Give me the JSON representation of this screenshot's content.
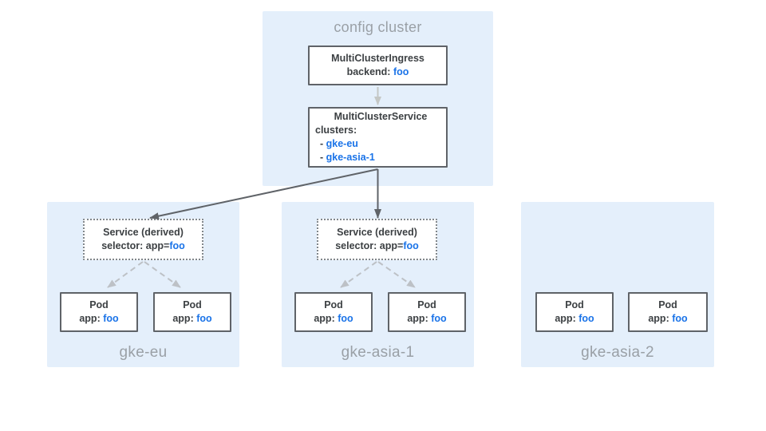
{
  "colors": {
    "panel_bg": "#e4effb",
    "box_border": "#5f6368",
    "box_bg": "#ffffff",
    "text_dark": "#3c4043",
    "text_blue": "#1a73e8",
    "text_gray": "#9aa0a6",
    "arrow_dark": "#5f6368",
    "arrow_light": "#c4c7c5",
    "arrow_dashed": "#bdc1c6",
    "dotted_border": "#80868b"
  },
  "config_cluster": {
    "title": "config cluster",
    "ingress_box": {
      "title": "MultiClusterIngress",
      "backend_label": "backend: ",
      "backend_value": "foo"
    },
    "service_box": {
      "title": "MultiClusterService",
      "clusters_label": "clusters:",
      "items": [
        {
          "dash": "- ",
          "value": "gke-eu"
        },
        {
          "dash": "- ",
          "value": "gke-asia-1"
        }
      ]
    }
  },
  "clusters": [
    {
      "name": "gke-eu",
      "service": {
        "title": "Service (derived)",
        "selector_label": "selector: app=",
        "selector_value": "foo"
      },
      "pods": [
        {
          "title": "Pod",
          "label": "app: ",
          "value": "foo"
        },
        {
          "title": "Pod",
          "label": "app: ",
          "value": "foo"
        }
      ]
    },
    {
      "name": "gke-asia-1",
      "service": {
        "title": "Service (derived)",
        "selector_label": "selector: app=",
        "selector_value": "foo"
      },
      "pods": [
        {
          "title": "Pod",
          "label": "app: ",
          "value": "foo"
        },
        {
          "title": "Pod",
          "label": "app: ",
          "value": "foo"
        }
      ]
    },
    {
      "name": "gke-asia-2",
      "pods": [
        {
          "title": "Pod",
          "label": "app: ",
          "value": "foo"
        },
        {
          "title": "Pod",
          "label": "app: ",
          "value": "foo"
        }
      ]
    }
  ]
}
